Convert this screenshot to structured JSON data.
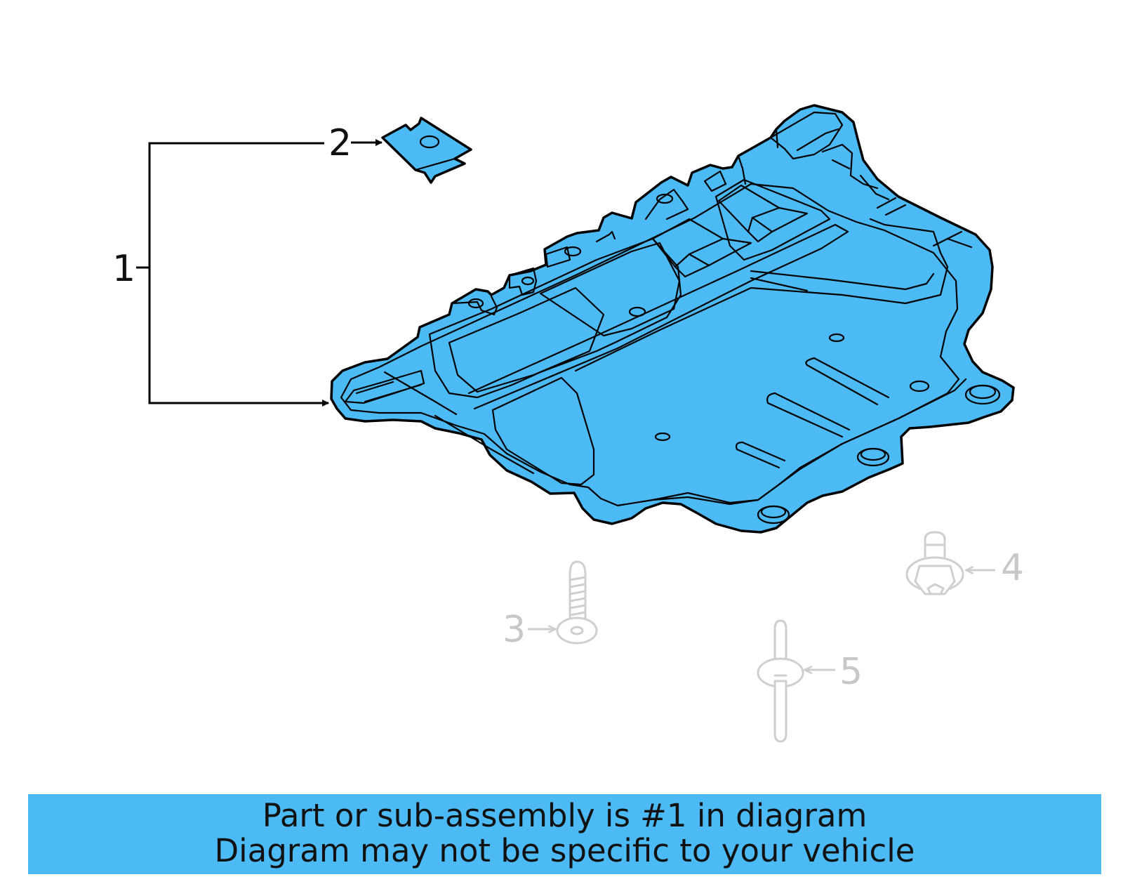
{
  "callouts": {
    "c1": "1",
    "c2": "2",
    "c3": "3",
    "c4": "4",
    "c5": "5"
  },
  "banner": {
    "line1": "Part or sub-assembly is #1 in diagram",
    "line2": "Diagram may not be specific to your vehicle"
  },
  "colors": {
    "highlight": "#4cbaf5",
    "outline": "#000000",
    "faded": "#cfcfcf"
  },
  "icons": {
    "part1": "splash-shield-icon",
    "part2": "clip-nut-icon",
    "part3": "bolt-icon",
    "part4": "flange-bolt-icon",
    "part5": "push-rivet-icon"
  }
}
